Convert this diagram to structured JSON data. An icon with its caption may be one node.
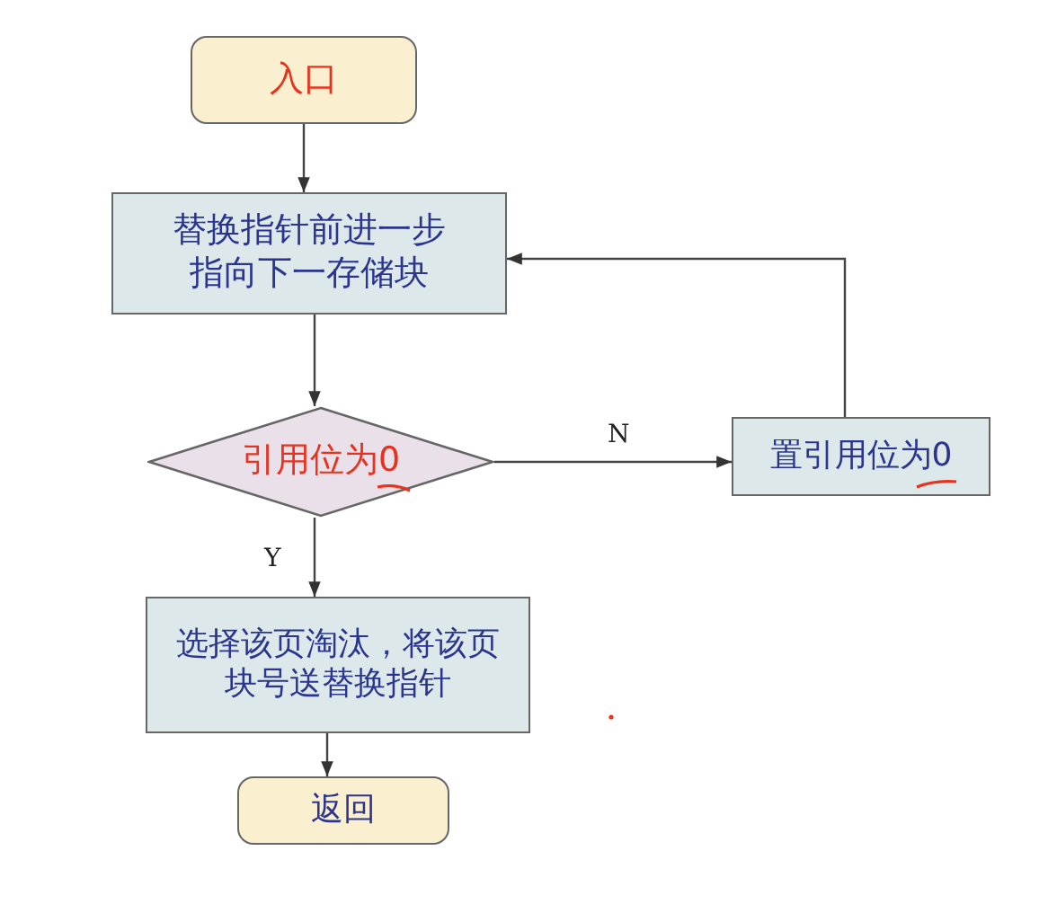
{
  "diagram": {
    "nodes": [
      {
        "text": [
          "入口"
        ]
      },
      {
        "text": [
          "替换指针前进一步指向下一存储块"
        ]
      },
      {
        "text": [
          "引用位为0"
        ]
      },
      {
        "text": [
          "置引用位为0"
        ]
      },
      {
        "text": [
          "选择该页淘汰，将该页块号送替换指针"
        ]
      },
      {
        "text": [
          "返回"
        ]
      }
    ],
    "edges": [
      {
        "from": 0,
        "to": 1,
        "arrow": "to"
      },
      {
        "from": 1,
        "to": 2,
        "arrow": "to"
      },
      {
        "from": 2,
        "to": 3,
        "arrow": "to",
        "label": "N"
      },
      {
        "from": 3,
        "to": 1,
        "arrow": "to"
      },
      {
        "from": 2,
        "to": 4,
        "arrow": "to",
        "label": "Y"
      },
      {
        "from": 4,
        "to": 5,
        "arrow": "to"
      }
    ]
  }
}
